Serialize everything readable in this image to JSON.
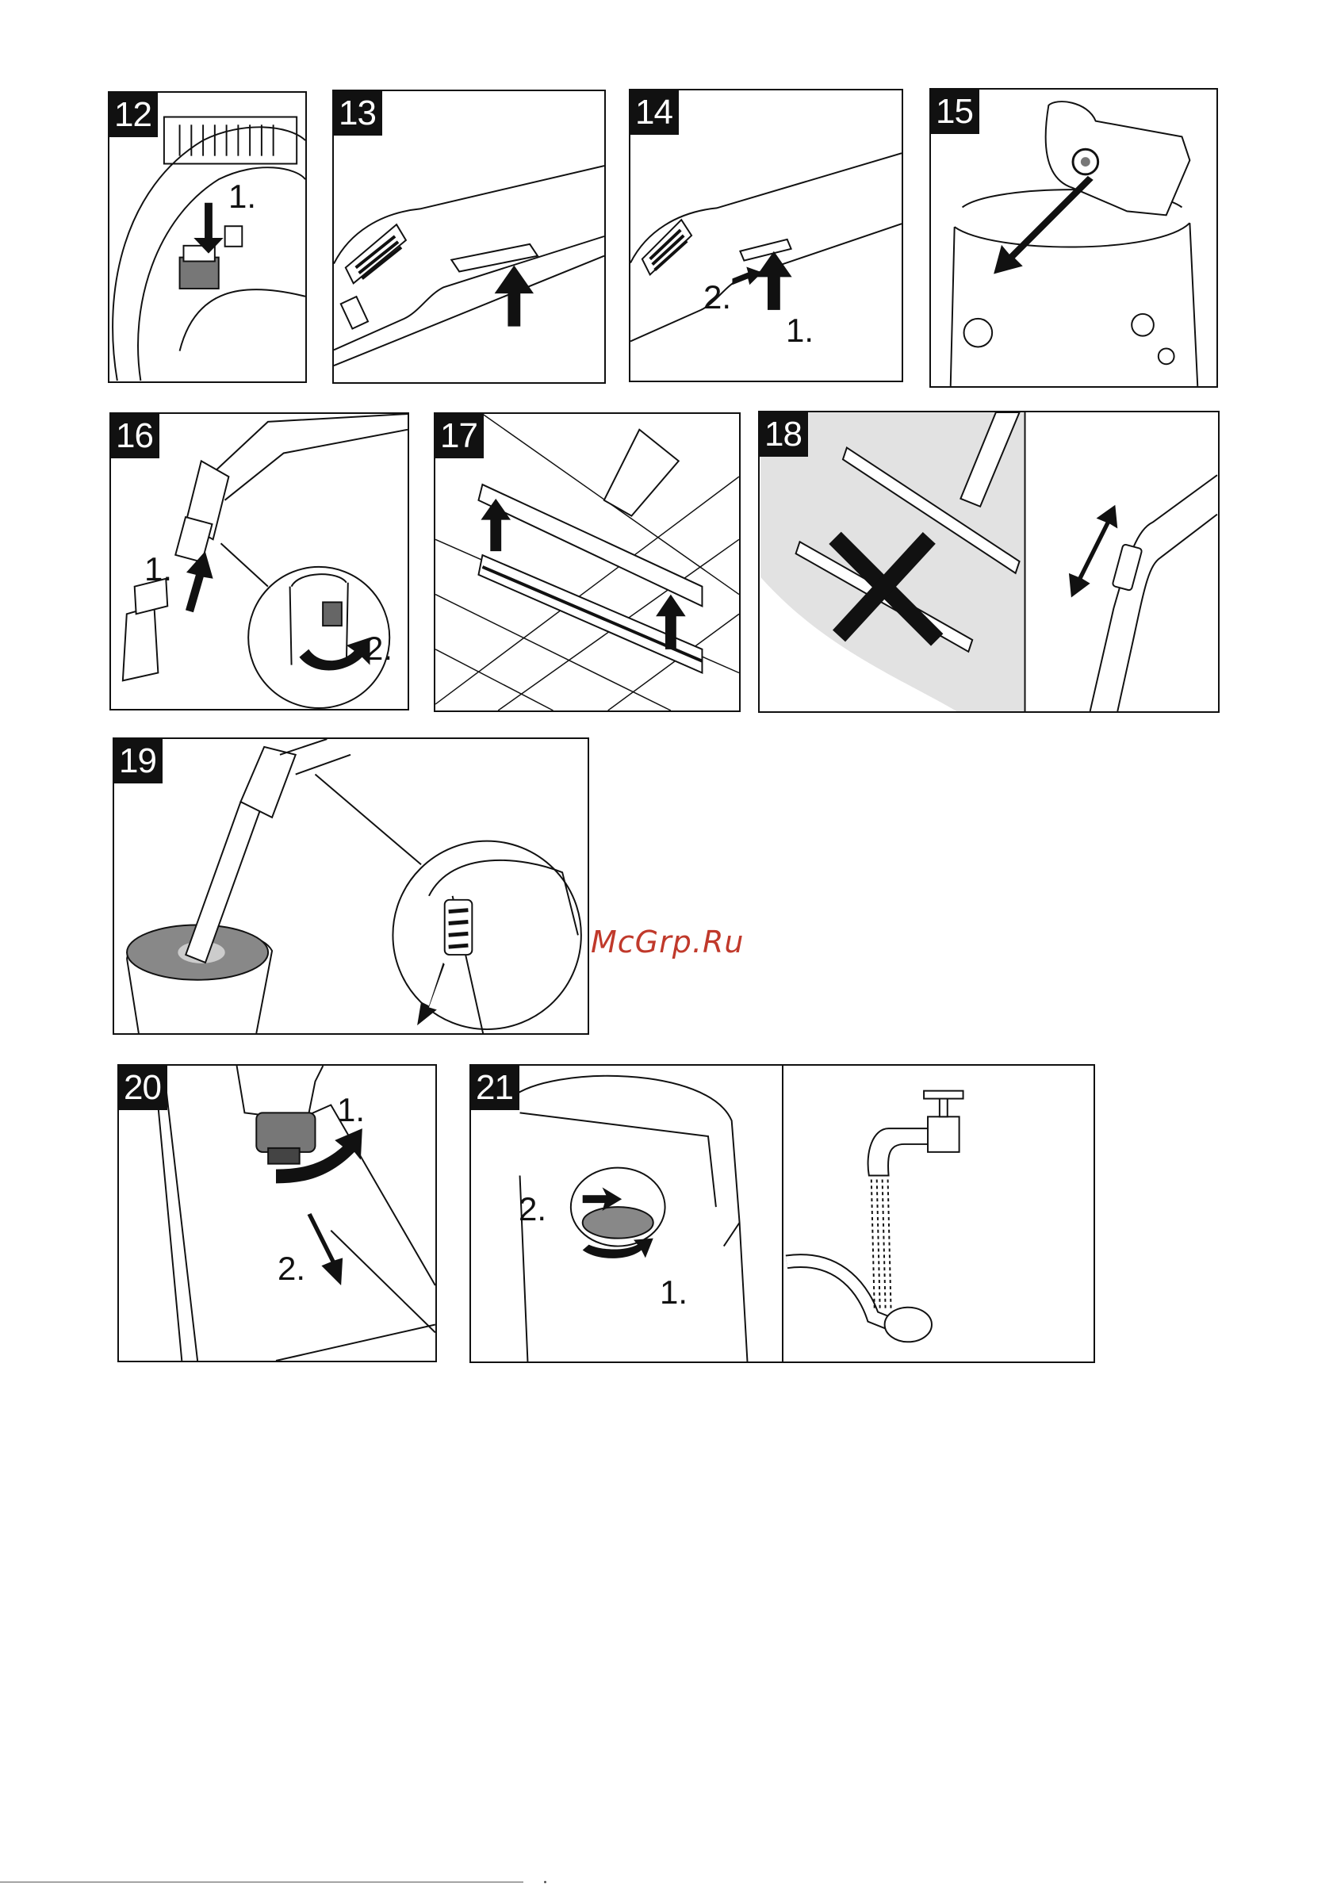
{
  "watermark": "McGrp.Ru",
  "panels": {
    "p12": {
      "number": "12",
      "steps": [
        "1."
      ]
    },
    "p13": {
      "number": "13"
    },
    "p14": {
      "number": "14",
      "steps": [
        "2.",
        "1."
      ]
    },
    "p15": {
      "number": "15"
    },
    "p16": {
      "number": "16",
      "steps": [
        "1.",
        "2."
      ]
    },
    "p17": {
      "number": "17"
    },
    "p18": {
      "number": "18"
    },
    "p19": {
      "number": "19"
    },
    "p20": {
      "number": "20",
      "steps": [
        "1.",
        "2."
      ]
    },
    "p21": {
      "number": "21",
      "steps": [
        "2.",
        "1."
      ]
    }
  },
  "icons": [
    "arrow-icon",
    "cross-icon",
    "faucet-icon",
    "filter-icon"
  ],
  "colors": {
    "ink": "#111111",
    "floor_gray": "#e2e2e2",
    "watermark": "#c0392b"
  }
}
